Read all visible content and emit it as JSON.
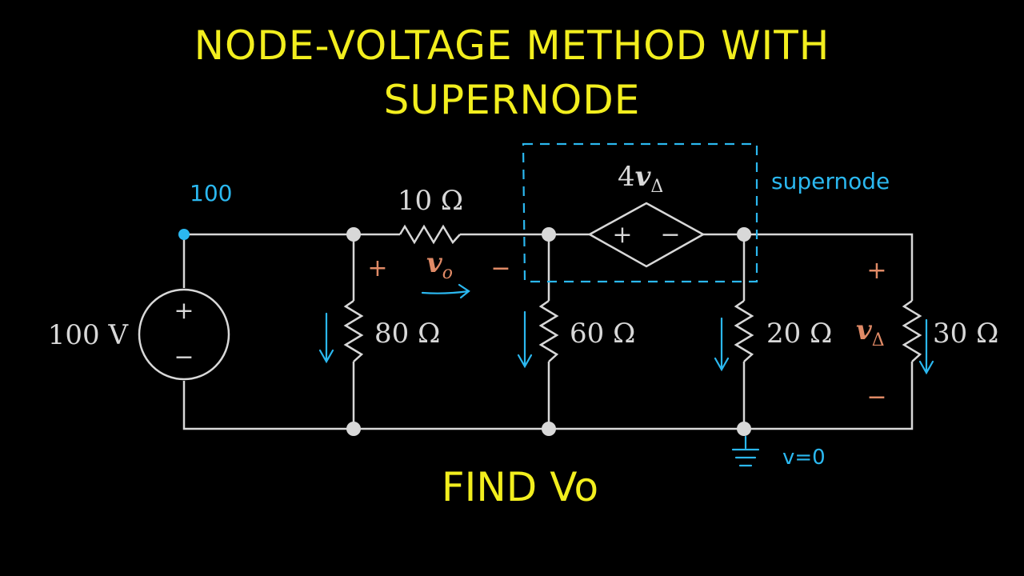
{
  "title": {
    "line1": "NODE-VOLTAGE METHOD WITH",
    "line2": "SUPERNODE"
  },
  "prompt": "FIND Vo",
  "circuit": {
    "source": {
      "label": "100 V",
      "plus": "+",
      "minus": "−"
    },
    "r10": "10 Ω",
    "r80": "80 Ω",
    "r60": "60 Ω",
    "r20": "20 Ω",
    "r30": "30 Ω",
    "vo": {
      "symbol": "v",
      "sub": "o",
      "plus": "+",
      "minus": "−"
    },
    "vdelta": {
      "symbol": "v",
      "sub": "Δ",
      "plus": "+",
      "minus": "−"
    },
    "dep_source": {
      "coef": "4",
      "symbol": "v",
      "sub": "Δ",
      "plus": "+",
      "minus": "−"
    }
  },
  "annotations": {
    "node_voltage": "100",
    "supernode": "supernode",
    "ground": "v=0"
  },
  "colors": {
    "title": "#f2ee1e",
    "wire": "#d8d8d8",
    "handwriting": "#2bb8f0",
    "polarity": "#e08a66",
    "background": "#000000"
  }
}
